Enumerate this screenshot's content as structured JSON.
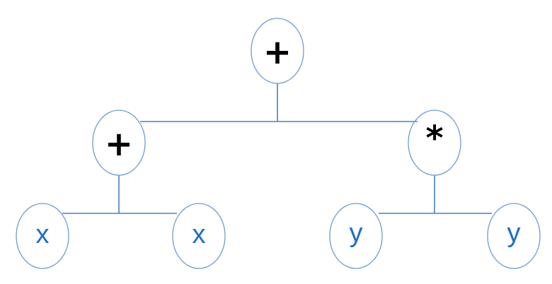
{
  "diagram": {
    "colors": {
      "operator": "#000000",
      "variable": "#1f6fbf",
      "edge": "#4a7ebb",
      "node_outline": "#6f9bd1"
    },
    "nodes": [
      {
        "id": "root",
        "label": "+",
        "kind": "operator"
      },
      {
        "id": "left-plus",
        "label": "+",
        "kind": "operator"
      },
      {
        "id": "right-times",
        "label": "*",
        "kind": "operator"
      },
      {
        "id": "leaf-x-1",
        "label": "x",
        "kind": "variable"
      },
      {
        "id": "leaf-x-2",
        "label": "x",
        "kind": "variable"
      },
      {
        "id": "leaf-y-1",
        "label": "y",
        "kind": "variable"
      },
      {
        "id": "leaf-y-2",
        "label": "y",
        "kind": "variable"
      }
    ],
    "edges": [
      {
        "from": "root",
        "to": "left-plus"
      },
      {
        "from": "root",
        "to": "right-times"
      },
      {
        "from": "left-plus",
        "to": "leaf-x-1"
      },
      {
        "from": "left-plus",
        "to": "leaf-x-2"
      },
      {
        "from": "right-times",
        "to": "leaf-y-1"
      },
      {
        "from": "right-times",
        "to": "leaf-y-2"
      }
    ]
  }
}
